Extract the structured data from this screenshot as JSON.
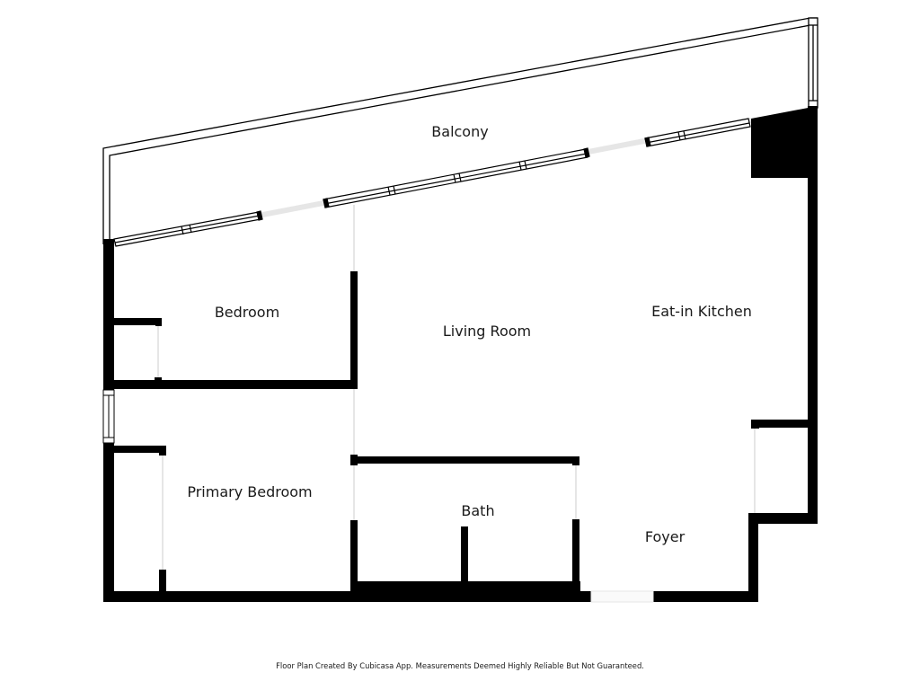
{
  "rooms": {
    "balcony": "Balcony",
    "bedroom": "Bedroom",
    "living_room": "Living Room",
    "eat_in_kitchen": "Eat-in Kitchen",
    "primary_bedroom": "Primary Bedroom",
    "bath": "Bath",
    "foyer": "Foyer"
  },
  "footer": {
    "note": "Floor Plan Created By Cubicasa App. Measurements Deemed Highly Reliable But Not Guaranteed."
  },
  "colors": {
    "wall": "#000000",
    "background": "#ffffff",
    "opening": "#e6e6e6"
  }
}
